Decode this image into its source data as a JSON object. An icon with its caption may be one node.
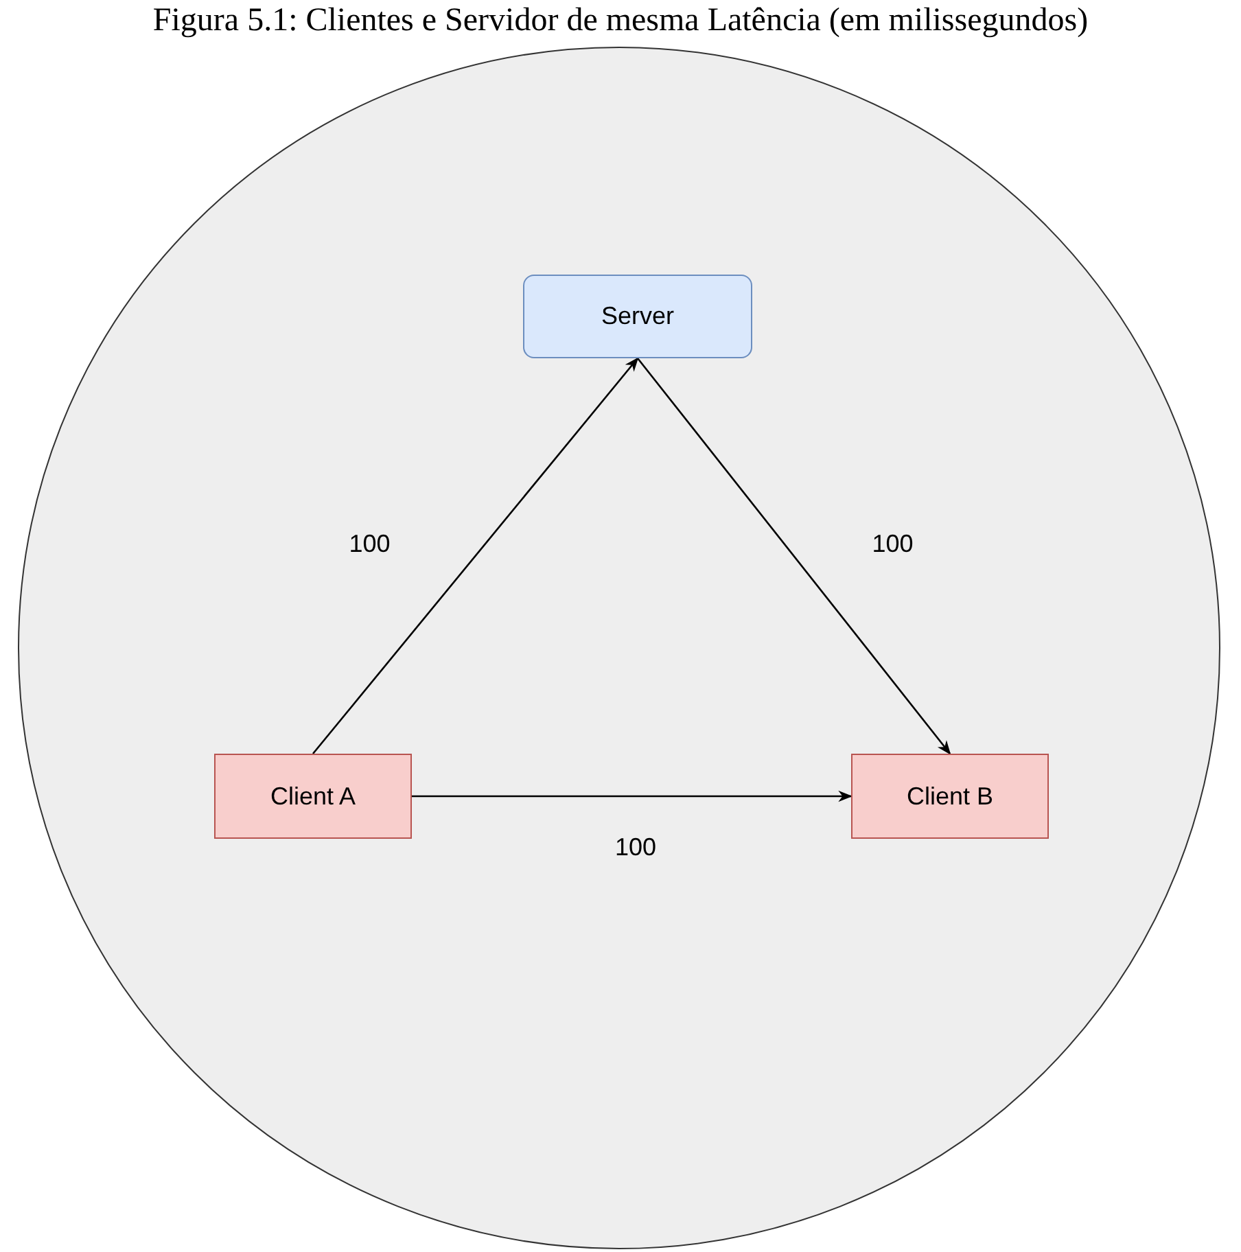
{
  "diagram": {
    "title": "Figura 5.1: Clientes e Servidor de mesma Latência (em milissegundos)",
    "nodes": [
      {
        "text": [],
        "shape": "circle"
      },
      {
        "text": [
          "Server"
        ],
        "in": 0
      },
      {
        "text": [
          "Client A"
        ],
        "in": 0
      },
      {
        "text": [
          "Client B"
        ],
        "in": 0
      }
    ],
    "edges": [
      {
        "from": 2,
        "to": 1,
        "arrow": "to",
        "label": "100"
      },
      {
        "from": 1,
        "to": 3,
        "arrow": "to",
        "label": "100"
      },
      {
        "from": 2,
        "to": 3,
        "arrow": "to",
        "label": "100"
      }
    ]
  }
}
